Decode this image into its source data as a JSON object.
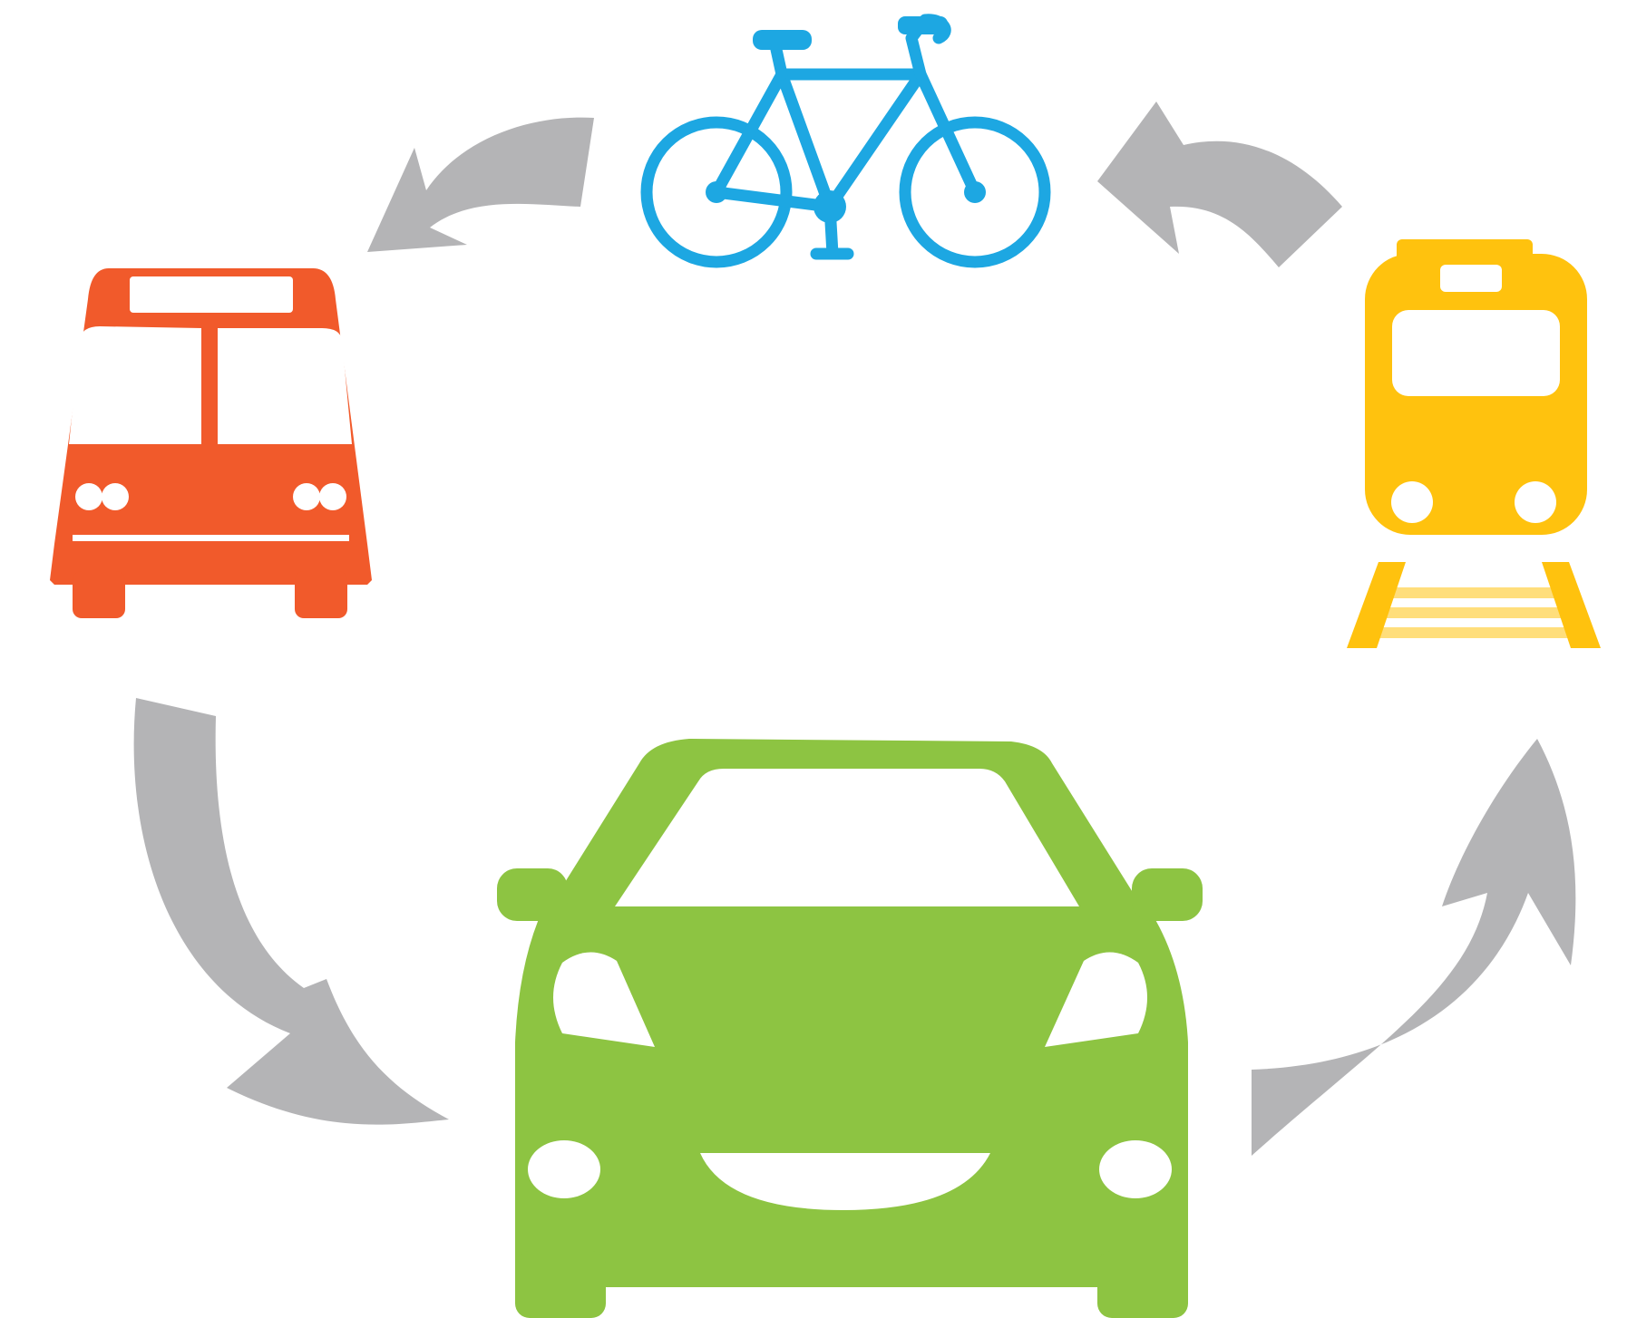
{
  "diagram": {
    "type": "cycle",
    "nodes": [
      {
        "id": "bicycle",
        "icon": "bicycle-icon",
        "color": "#1DA7E2"
      },
      {
        "id": "bus",
        "icon": "bus-icon",
        "color": "#F15A2B"
      },
      {
        "id": "car",
        "icon": "car-icon",
        "color": "#8DC442"
      },
      {
        "id": "train",
        "icon": "train-icon",
        "color": "#FFC20E"
      }
    ],
    "edges": [
      {
        "from": "bicycle",
        "to": "bus"
      },
      {
        "from": "bus",
        "to": "car"
      },
      {
        "from": "car",
        "to": "train"
      },
      {
        "from": "train",
        "to": "bicycle"
      }
    ],
    "arrow_color": "#B4B4B6",
    "background": "#FFFFFF"
  }
}
